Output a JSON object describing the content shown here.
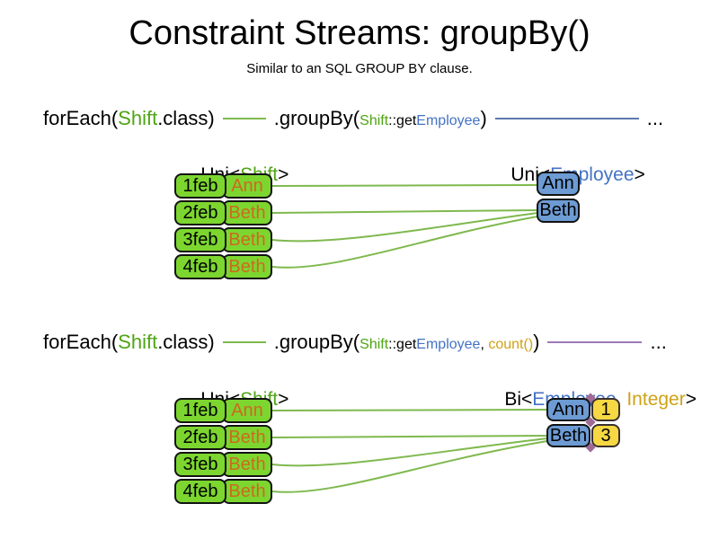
{
  "title": "Constraint Streams: groupBy()",
  "subtitle": "Similar to an SQL GROUP BY clause.",
  "colors": {
    "shift_green_text": "#4fa514",
    "employee_blue_text": "#4472c4",
    "integer_gold_text": "#cfa216",
    "employee_name_orange": "#cc6a1f",
    "green_connector_line": "#7fb94e",
    "blue_connector_line": "#5b7aaf",
    "purple_connector_line": "#9c7bb9",
    "shift_cell_green_fill": "#7cd62f",
    "employee_box_blue_fill": "#6d9bd3",
    "count_box_yellow_fill": "#f5d843"
  },
  "sections": [
    {
      "code": {
        "foreach_pre": "forEach(",
        "foreach_type": "Shift",
        "foreach_post": ".class)",
        "groupby_pre": ".groupBy(",
        "arg_class": "Shift",
        "arg_method": "::get",
        "arg_type": "Employee",
        "groupby_post": ")",
        "ellipsis": "..."
      },
      "left_label": {
        "pre": "Uni<",
        "type": "Shift",
        "post": ">"
      },
      "right_label": {
        "pre": "Uni<",
        "type": "Employee",
        "post": ">"
      },
      "rows": [
        {
          "date": "1feb",
          "name": "Ann"
        },
        {
          "date": "2feb",
          "name": "Beth"
        },
        {
          "date": "3feb",
          "name": "Beth"
        },
        {
          "date": "4feb",
          "name": "Beth"
        }
      ],
      "groups": [
        {
          "name": "Ann"
        },
        {
          "name": "Beth"
        }
      ]
    },
    {
      "code": {
        "foreach_pre": "forEach(",
        "foreach_type": "Shift",
        "foreach_post": ".class)",
        "groupby_pre": ".groupBy(",
        "arg_class": "Shift",
        "arg_method": "::get",
        "arg_type": "Employee",
        "arg_separator": ", ",
        "arg_count": "count()",
        "groupby_post": ")",
        "ellipsis": "..."
      },
      "left_label": {
        "pre": "Uni<",
        "type": "Shift",
        "post": ">"
      },
      "right_label": {
        "pre": "Bi<",
        "type1": "Employee",
        "separator": ", ",
        "type2": "Integer",
        "post": ">"
      },
      "rows": [
        {
          "date": "1feb",
          "name": "Ann"
        },
        {
          "date": "2feb",
          "name": "Beth"
        },
        {
          "date": "3feb",
          "name": "Beth"
        },
        {
          "date": "4feb",
          "name": "Beth"
        }
      ],
      "groups": [
        {
          "name": "Ann",
          "count": "1"
        },
        {
          "name": "Beth",
          "count": "3"
        }
      ]
    }
  ]
}
